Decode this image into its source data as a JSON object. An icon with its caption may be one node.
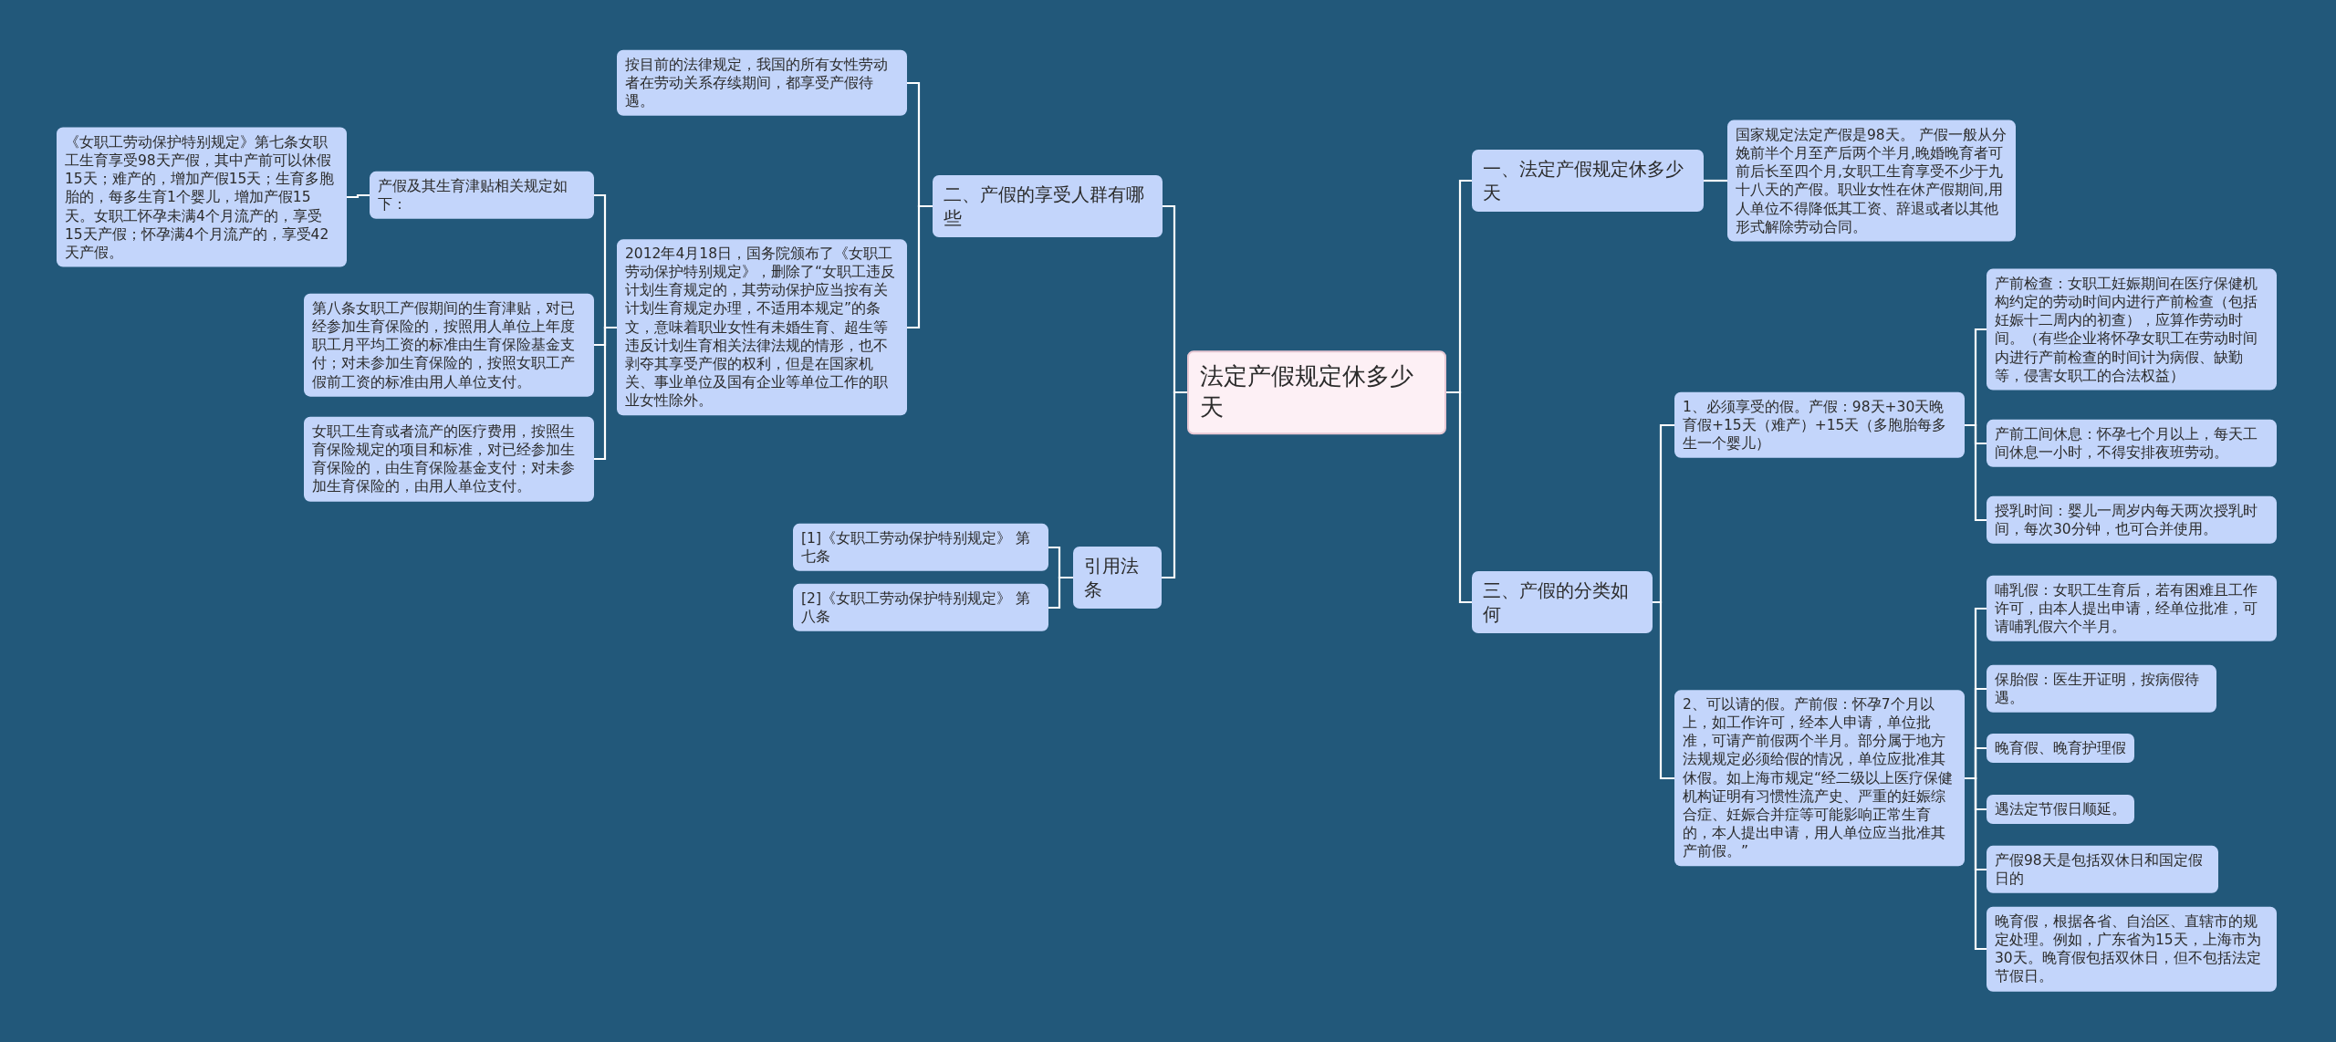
{
  "diagram": {
    "nodes": [
      {
        "text": [
          "法定产假规定休多少天"
        ]
      },
      {
        "text": [
          "二、产假的享受人群有哪些"
        ]
      },
      {
        "text": [
          "按目前的法律规定，我国的所有女性劳动者在劳动关系存续期间，都享受产假待遇。"
        ]
      },
      {
        "text": [
          "2012年4月18日，国务院颁布了《女职工劳动保护特别规定》，删除了“女职工违反计划生育规定的，其劳动保护应当按有关计划生育规定办理，不适用本规定”的条文，意味着职业女性有未婚生育、超生等违反计划生育相关法律法规的情形，也不剥夺其享受产假的权利，但是在国家机关、事业单位及国有企业等单位工作的职业女性除外。"
        ]
      },
      {
        "text": [
          "产假及其生育津贴相关规定如下："
        ]
      },
      {
        "text": [
          "《女职工劳动保护特别规定》第七条女职工生育享受98天产假，其中产前可以休假15天；难产的，增加产假15天；生育多胞胎的，每多生育1个婴儿，增加产假15天。女职工怀孕未满4个月流产的，享受15天产假；怀孕满4个月流产的，享受42天产假。"
        ]
      },
      {
        "text": [
          "第八条女职工产假期间的生育津贴，对已经参加生育保险的，按照用人单位上年度职工月平均工资的标准由生育保险基金支付；对未参加生育保险的，按照女职工产假前工资的标准由用人单位支付。"
        ]
      },
      {
        "text": [
          "女职工生育或者流产的医疗费用，按照生育保险规定的项目和标准，对已经参加生育保险的，由生育保险基金支付；对未参加生育保险的，由用人单位支付。"
        ]
      },
      {
        "text": [
          "引用法条"
        ]
      },
      {
        "text": [
          "[1]《女职工劳动保护特别规定》 第七条"
        ]
      },
      {
        "text": [
          "[2]《女职工劳动保护特别规定》 第八条"
        ]
      },
      {
        "text": [
          "一、法定产假规定休多少天"
        ]
      },
      {
        "text": [
          "国家规定法定产假是98天。 产假一般从分娩前半个月至产后两个半月,晚婚晚育者可前后长至四个月,女职工生育享受不少于九十八天的产假。职业女性在休产假期间,用人单位不得降低其工资、辞退或者以其他形式解除劳动合同。"
        ]
      },
      {
        "text": [
          "三、产假的分类如何"
        ]
      },
      {
        "text": [
          "1、必须享受的假。产假：98天+30天晚育假+15天（难产）+15天（多胞胎每多生一个婴儿）"
        ]
      },
      {
        "text": [
          "产前检查：女职工妊娠期间在医疗保健机构约定的劳动时间内进行产前检查（包括妊娠十二周内的初查），应算作劳动时间。（有些企业将怀孕女职工在劳动时间内进行产前检查的时间计为病假、缺勤等，侵害女职工的合法权益）"
        ]
      },
      {
        "text": [
          "产前工间休息：怀孕七个月以上，每天工间休息一小时，不得安排夜班劳动。"
        ]
      },
      {
        "text": [
          "授乳时间：婴儿一周岁内每天两次授乳时间，每次30分钟，也可合并使用。"
        ]
      },
      {
        "text": [
          "2、可以请的假。产前假：怀孕7个月以上，如工作许可，经本人申请，单位批准，可请产前假两个半月。部分属于地方法规规定必须给假的情况，单位应批准其休假。如上海市规定“经二级以上医疗保健机构证明有习惯性流产史、严重的妊娠综合症、妊娠合并症等可能影响正常生育的，本人提出申请，用人单位应当批准其产前假。”"
        ]
      },
      {
        "text": [
          "哺乳假：女职工生育后，若有困难且工作许可，由本人提出申请，经单位批准，可请哺乳假六个半月。"
        ]
      },
      {
        "text": [
          "保胎假：医生开证明，按病假待遇。"
        ]
      },
      {
        "text": [
          "晚育假、晚育护理假"
        ]
      },
      {
        "text": [
          "遇法定节假日顺延。"
        ]
      },
      {
        "text": [
          "产假98天是包括双休日和国定假日的"
        ]
      },
      {
        "text": [
          "晚育假，根据各省、自治区、直辖市的规定处理。例如，广东省为15天，上海市为30天。晚育假包括双休日，但不包括法定节假日。"
        ]
      }
    ],
    "edges": [
      {
        "from": 0,
        "to": 1,
        "arrow": "none"
      },
      {
        "from": 1,
        "to": 2,
        "arrow": "none"
      },
      {
        "from": 1,
        "to": 3,
        "arrow": "none"
      },
      {
        "from": 3,
        "to": 4,
        "arrow": "none"
      },
      {
        "from": 4,
        "to": 5,
        "arrow": "none"
      },
      {
        "from": 3,
        "to": 6,
        "arrow": "none"
      },
      {
        "from": 3,
        "to": 7,
        "arrow": "none"
      },
      {
        "from": 0,
        "to": 8,
        "arrow": "none"
      },
      {
        "from": 8,
        "to": 9,
        "arrow": "none"
      },
      {
        "from": 8,
        "to": 10,
        "arrow": "none"
      },
      {
        "from": 0,
        "to": 11,
        "arrow": "none"
      },
      {
        "from": 11,
        "to": 12,
        "arrow": "none"
      },
      {
        "from": 0,
        "to": 13,
        "arrow": "none"
      },
      {
        "from": 13,
        "to": 14,
        "arrow": "none"
      },
      {
        "from": 14,
        "to": 15,
        "arrow": "none"
      },
      {
        "from": 14,
        "to": 16,
        "arrow": "none"
      },
      {
        "from": 14,
        "to": 17,
        "arrow": "none"
      },
      {
        "from": 13,
        "to": 18,
        "arrow": "none"
      },
      {
        "from": 18,
        "to": 19,
        "arrow": "none"
      },
      {
        "from": 18,
        "to": 20,
        "arrow": "none"
      },
      {
        "from": 18,
        "to": 21,
        "arrow": "none"
      },
      {
        "from": 18,
        "to": 22,
        "arrow": "none"
      },
      {
        "from": 18,
        "to": 23,
        "arrow": "none"
      },
      {
        "from": 18,
        "to": 24,
        "arrow": "none"
      }
    ]
  }
}
